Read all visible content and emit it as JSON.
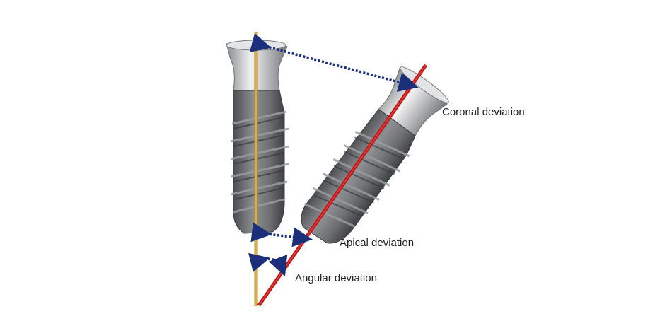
{
  "labels": {
    "coronal": "Coronal deviation",
    "apical": "Apical deviation",
    "angular": "Angular deviation"
  },
  "colors": {
    "planned_axis": "#b8902c",
    "placed_axis": "#c41515",
    "deviation_arrow": "#1c2f7a",
    "implant_metal": "#808285"
  },
  "icons": {
    "planned_implant": "dental-implant-planned",
    "placed_implant": "dental-implant-placed"
  }
}
